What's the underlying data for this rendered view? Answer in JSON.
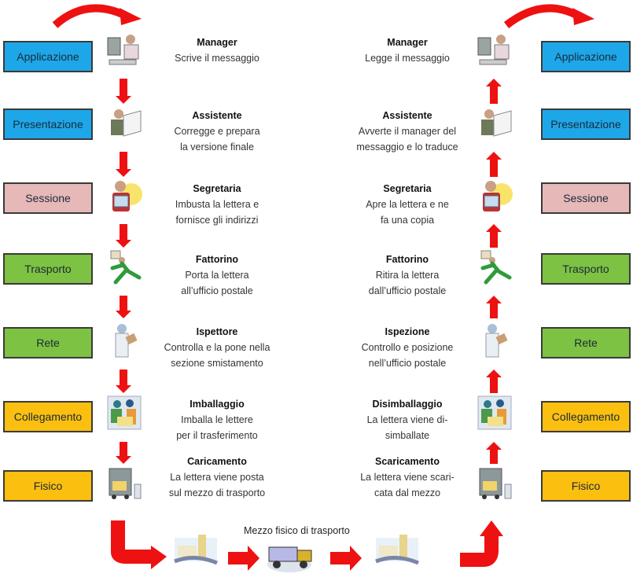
{
  "layers": [
    {
      "name": "Applicazione",
      "color": "#1ea7e8",
      "sender": {
        "role": "Manager",
        "action": [
          "Scrive il messaggio"
        ]
      },
      "receiver": {
        "role": "Manager",
        "action": [
          "Legge il messaggio"
        ]
      }
    },
    {
      "name": "Presentazione",
      "color": "#1ea7e8",
      "sender": {
        "role": "Assistente",
        "action": [
          "Corregge e prepara",
          "la versione finale"
        ]
      },
      "receiver": {
        "role": "Assistente",
        "action": [
          "Avverte il manager del",
          "messaggio e lo traduce"
        ]
      }
    },
    {
      "name": "Sessione",
      "color": "#e6b8b8",
      "sender": {
        "role": "Segretaria",
        "action": [
          "Imbusta la lettera e",
          "fornisce gli indirizzi"
        ]
      },
      "receiver": {
        "role": "Segretaria",
        "action": [
          "Apre la lettera e ne",
          "fa una copia"
        ]
      }
    },
    {
      "name": "Trasporto",
      "color": "#7dc242",
      "sender": {
        "role": "Fattorino",
        "action": [
          "Porta la lettera",
          "all’ufficio postale"
        ]
      },
      "receiver": {
        "role": "Fattorino",
        "action": [
          "Ritira la lettera",
          "dall’ufficio postale"
        ]
      }
    },
    {
      "name": "Rete",
      "color": "#7dc242",
      "sender": {
        "role": "Ispettore",
        "action": [
          "Controlla e la pone nella",
          "sezione smistamento"
        ]
      },
      "receiver": {
        "role": "Ispezione",
        "action": [
          "Controllo e posizione",
          "nell’ufficio postale"
        ]
      }
    },
    {
      "name": "Collegamento",
      "color": "#fbbf0f",
      "sender": {
        "role": "Imballaggio",
        "action": [
          "Imballa le lettere",
          "per il trasferimento"
        ]
      },
      "receiver": {
        "role": "Disimballaggio",
        "action": [
          "La lettera viene di-",
          "simballate"
        ]
      }
    },
    {
      "name": "Fisico",
      "color": "#fbbf0f",
      "sender": {
        "role": "Caricamento",
        "action": [
          "La lettera viene posta",
          "sul mezzo di trasporto"
        ]
      },
      "receiver": {
        "role": "Scaricamento",
        "action": [
          "La lettera viene scari-",
          "cata dal mezzo"
        ]
      }
    }
  ],
  "transport_label": "Mezzo fisico di trasporto",
  "arrow_color": "#ee1111",
  "icons": [
    "manager-icon",
    "assistant-icon",
    "secretary-icon",
    "courier-icon",
    "inspector-icon",
    "packing-icon",
    "loading-truck-icon"
  ]
}
